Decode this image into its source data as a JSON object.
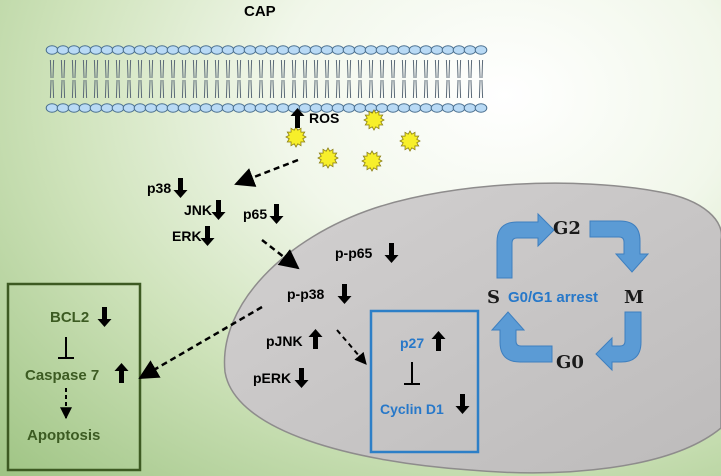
{
  "stimulus": {
    "label": "CAP"
  },
  "ros": {
    "label": "ROS",
    "direction": "up"
  },
  "mapk": {
    "p38": {
      "label": "p38",
      "direction": "down"
    },
    "jnk": {
      "label": "JNK",
      "direction": "down"
    },
    "erk": {
      "label": "ERK",
      "direction": "down"
    },
    "p65": {
      "label": "p65",
      "direction": "down"
    }
  },
  "nucleus": {
    "p_p65": {
      "label": "p-p65",
      "direction": "down"
    },
    "p_p38": {
      "label": "p-p38",
      "direction": "down"
    },
    "pjnk": {
      "label": "pJNK",
      "direction": "up"
    },
    "perk": {
      "label": "pERK",
      "direction": "down"
    }
  },
  "apoptosis_box": {
    "bcl2": {
      "label": "BCL2",
      "direction": "down"
    },
    "caspase7": {
      "label": "Caspase 7",
      "direction": "up"
    },
    "apoptosis": {
      "label": "Apoptosis"
    }
  },
  "cell_cycle_box": {
    "p27": {
      "label": "p27",
      "direction": "up"
    },
    "cyclin_d1": {
      "label": "Cyclin D1",
      "direction": "down"
    }
  },
  "cycle": {
    "g2": "G2",
    "m": "M",
    "g0": "G0",
    "s": "S",
    "arrest": "G0/G1 arrest"
  },
  "colors": {
    "nucleus_fill": "#cbc9c9",
    "apoptosis_box_border": "#3d5a22",
    "cell_cycle_box_border": "#2d7fc7",
    "cycle_arrow": "#5b9bd5",
    "ros_particle": "#f7ef2a",
    "membrane": "#b9daf5"
  },
  "icons": [
    "membrane-icon",
    "ros-particle-icon",
    "up-arrow-icon",
    "down-arrow-icon",
    "inhibition-icon",
    "cycle-arrow-icon"
  ]
}
